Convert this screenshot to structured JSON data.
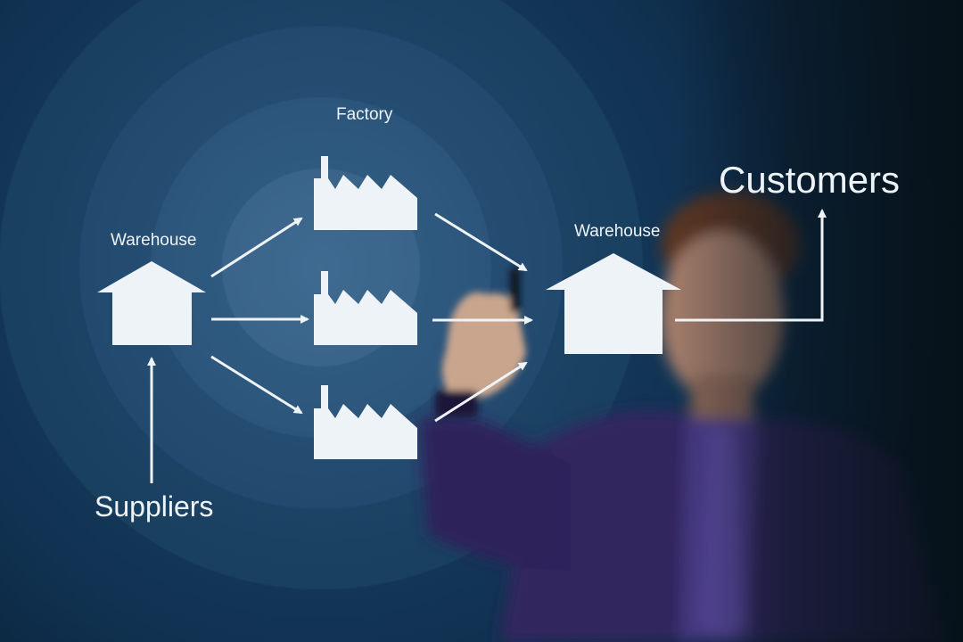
{
  "diagram": {
    "factory_label": "Factory",
    "warehouse_left_label": "Warehouse",
    "warehouse_right_label": "Warehouse",
    "suppliers_label": "Suppliers",
    "customers_label": "Customers"
  },
  "icons": {
    "factory": "factory-icon",
    "warehouse": "warehouse-icon",
    "arrow": "arrow-icon"
  },
  "colors": {
    "diagram_white": "#eef3f8",
    "background_blue": "#2c557b",
    "background_dark": "#0a2237",
    "suit_purple": "#3a2a6e"
  }
}
